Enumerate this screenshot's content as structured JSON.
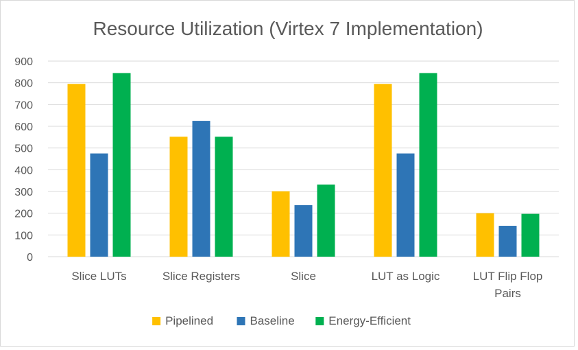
{
  "chart_data": {
    "type": "bar",
    "title": "Resource Utilization (Virtex 7 Implementation)",
    "categories": [
      "Slice LUTs",
      "Slice Registers",
      "Slice",
      "LUT as Logic",
      "LUT Flip Flop Pairs"
    ],
    "category_lines": [
      [
        "Slice LUTs"
      ],
      [
        "Slice Registers"
      ],
      [
        "Slice"
      ],
      [
        "LUT as Logic"
      ],
      [
        "LUT Flip Flop",
        "Pairs"
      ]
    ],
    "series": [
      {
        "name": "Pipelined",
        "color": "#FFC000",
        "values": [
          795,
          552,
          301,
          795,
          200
        ]
      },
      {
        "name": "Baseline",
        "color": "#2E75B6",
        "values": [
          475,
          625,
          237,
          475,
          142
        ]
      },
      {
        "name": "Energy-Efficient",
        "color": "#00B050",
        "values": [
          845,
          552,
          332,
          845,
          197
        ]
      }
    ],
    "ylim": [
      0,
      900
    ],
    "yticks": [
      0,
      100,
      200,
      300,
      400,
      500,
      600,
      700,
      800,
      900
    ],
    "xlabel": "",
    "ylabel": "",
    "grid": true,
    "legend": "bottom"
  }
}
